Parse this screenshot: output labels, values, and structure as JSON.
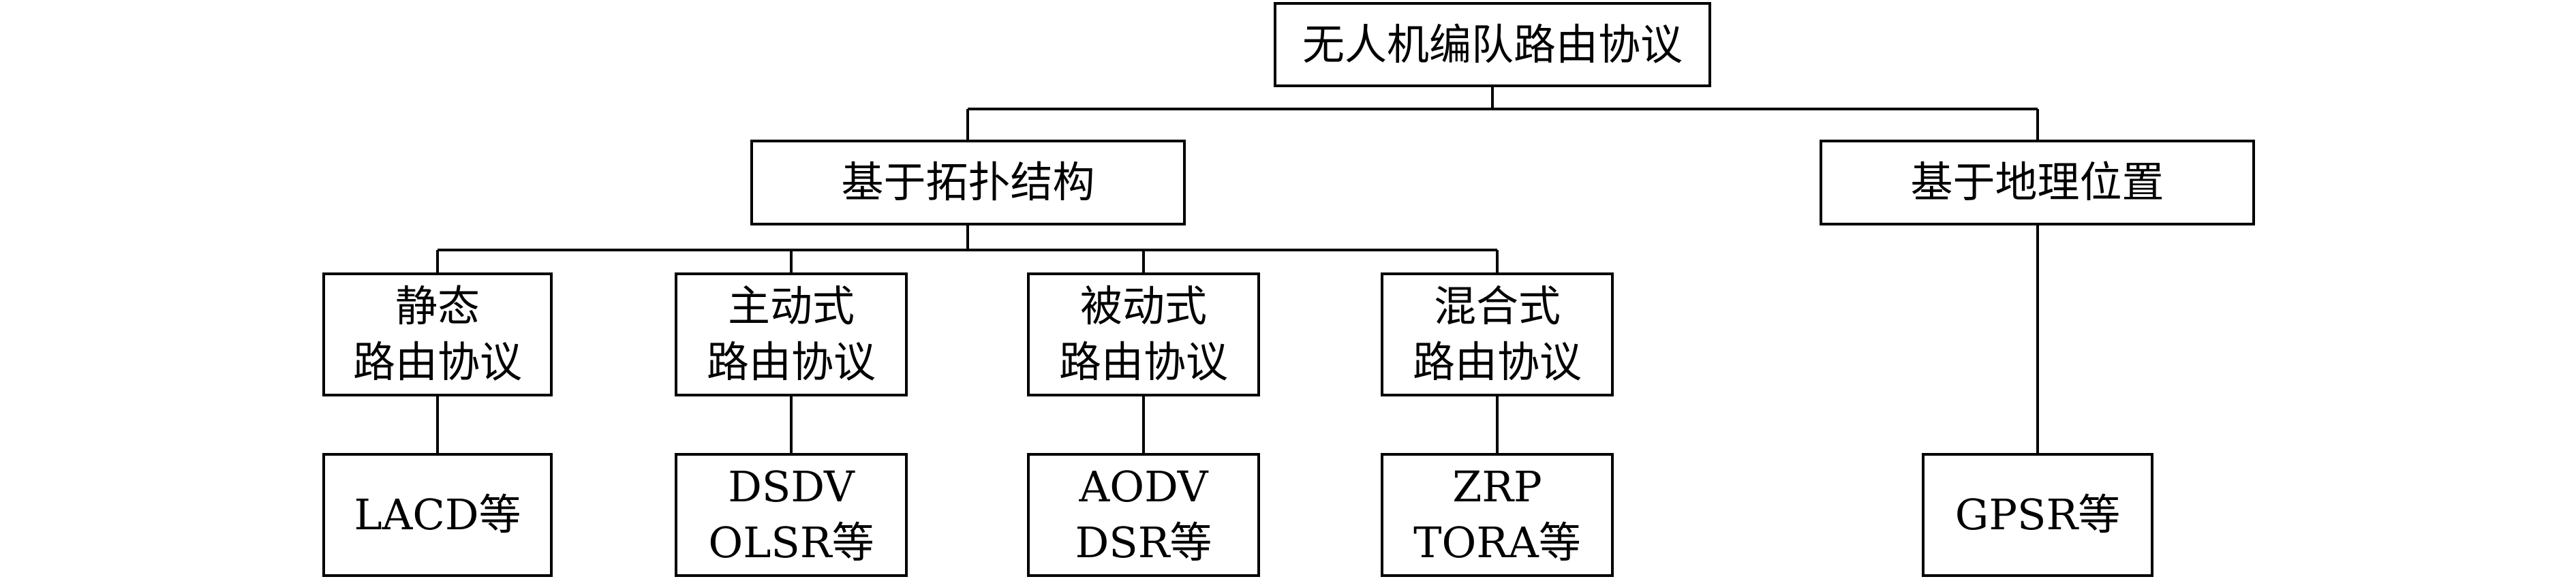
{
  "diagram": {
    "root": {
      "label": "无人机编队路由协议"
    },
    "topology": {
      "label": "基于拓扑结构"
    },
    "geo": {
      "label": "基于地理位置"
    },
    "static": {
      "line1": "静态",
      "line2": "路由协议"
    },
    "proactive": {
      "line1": "主动式",
      "line2": "路由协议"
    },
    "reactive": {
      "line1": "被动式",
      "line2": "路由协议"
    },
    "hybrid": {
      "line1": "混合式",
      "line2": "路由协议"
    },
    "static_examples": {
      "label": "LACD等"
    },
    "proactive_examples": {
      "line1": "DSDV",
      "line2": "OLSR等"
    },
    "reactive_examples": {
      "line1": "AODV",
      "line2": "DSR等"
    },
    "hybrid_examples": {
      "line1": "ZRP",
      "line2": "TORA等"
    },
    "geo_examples": {
      "label": "GPSR等"
    }
  }
}
